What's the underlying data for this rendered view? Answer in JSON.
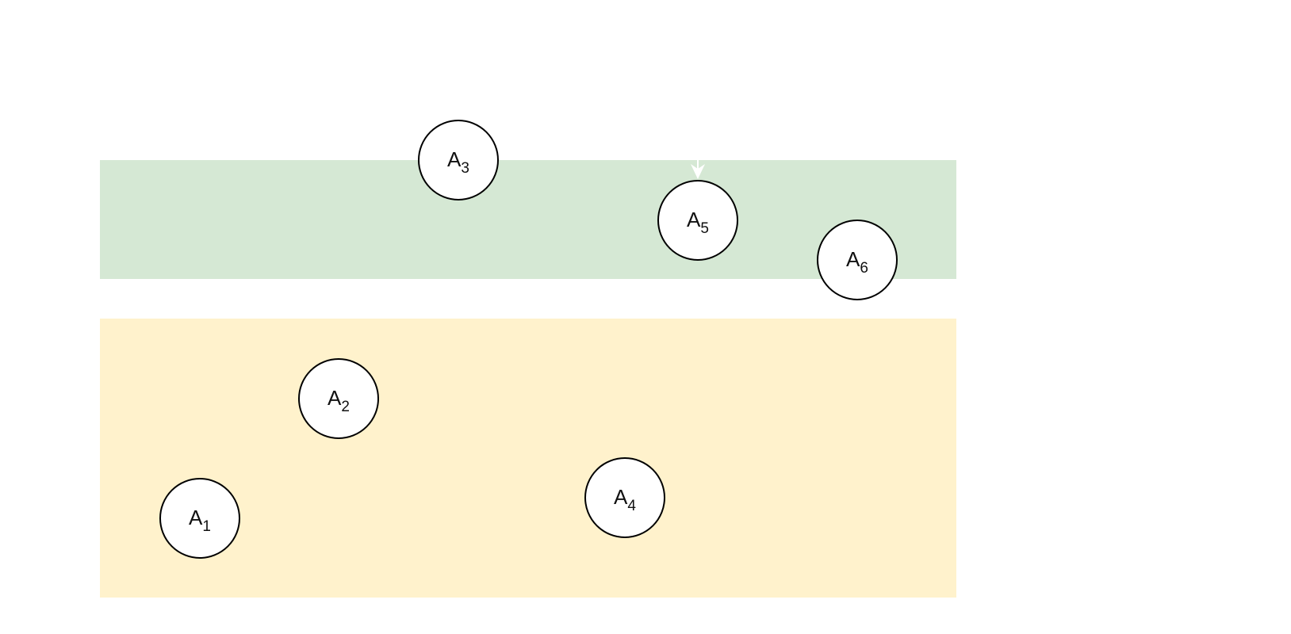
{
  "diagram": {
    "regions": [
      {
        "id": "upper",
        "fill": "#d5e8d4"
      },
      {
        "id": "lower",
        "fill": "#fff2cc"
      }
    ],
    "nodes": [
      {
        "id": "a1",
        "base": "A",
        "sub": "1"
      },
      {
        "id": "a2",
        "base": "A",
        "sub": "2"
      },
      {
        "id": "a3",
        "base": "A",
        "sub": "3"
      },
      {
        "id": "a4",
        "base": "A",
        "sub": "4"
      },
      {
        "id": "a5",
        "base": "A",
        "sub": "5"
      },
      {
        "id": "a6",
        "base": "A",
        "sub": "6"
      }
    ],
    "node_style": {
      "fill": "#ffffff",
      "stroke": "#000000"
    },
    "arrow_color": "#ffffff"
  }
}
